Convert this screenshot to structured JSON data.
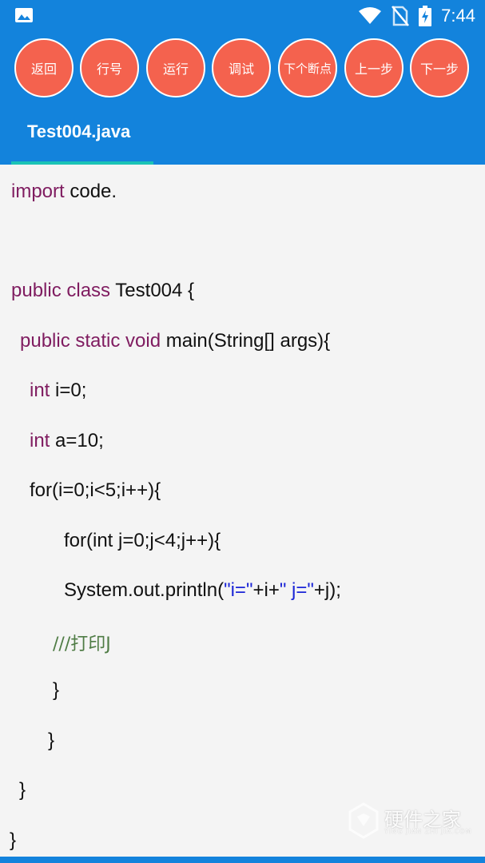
{
  "status": {
    "time": "7:44"
  },
  "toolbar": {
    "buttons": [
      {
        "label": "返回"
      },
      {
        "label": "行号"
      },
      {
        "label": "运行"
      },
      {
        "label": "调试"
      },
      {
        "label": "下个断点"
      },
      {
        "label": "上一步"
      },
      {
        "label": "下一步"
      }
    ]
  },
  "tab": {
    "title": "Test004.java"
  },
  "code": {
    "l1_kw": "import",
    "l1_rest": " code.",
    "l2_kw": "public class",
    "l2_rest": " Test004 {",
    "l3_kw": "public static void",
    "l3_rest": " main(String[] args){",
    "l4_kw": "int",
    "l4_rest": " i=0;",
    "l5_kw": "int",
    "l5_rest": " a=10;",
    "l6": "for(i=0;i<5;i++){",
    "l7": "for(int j=0;j<4;j++){",
    "l8_a": "System.out.println(",
    "l8_s1": "\"i=\"",
    "l8_b": "+i+",
    "l8_s2": "\" j=\"",
    "l8_c": "+j);",
    "l9": "///打印J",
    "l10": "}",
    "l11": "}",
    "l12": "}",
    "l13": "}"
  },
  "watermark": {
    "name": "硬件之家",
    "sub": "YING JIAN ZHI JIA.COM"
  },
  "colors": {
    "header": "#1383dc",
    "button": "#f4624e",
    "tab_indicator": "#1bc3b6",
    "keyword": "#7f1c60",
    "string": "#1a24d6",
    "comment": "#4f7c45"
  }
}
